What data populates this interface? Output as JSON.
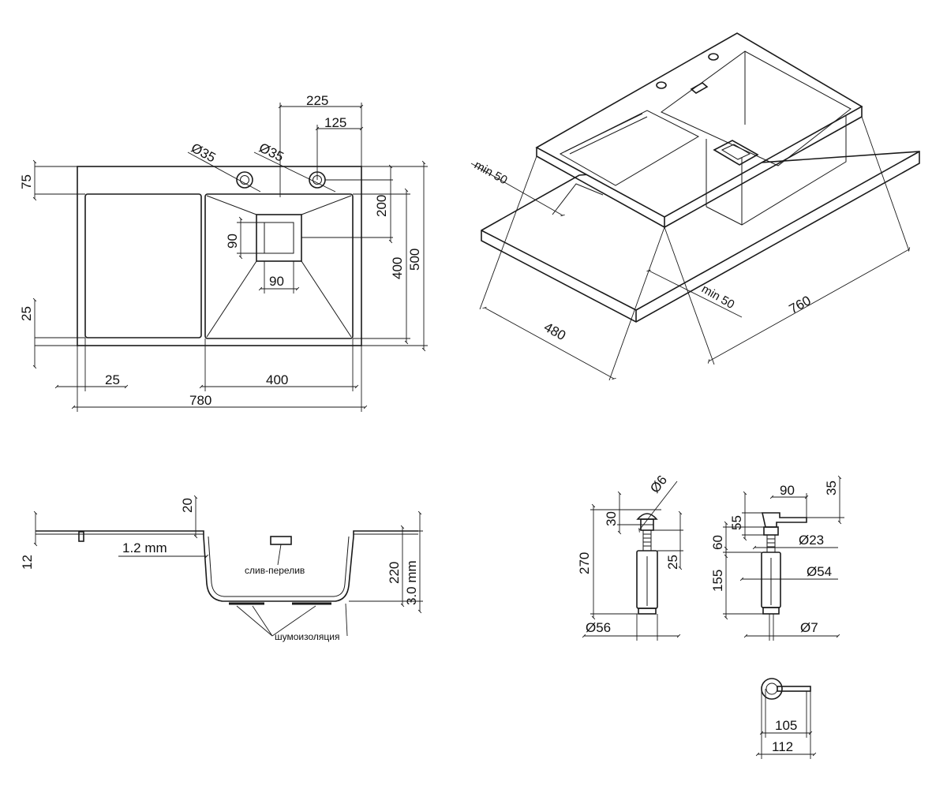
{
  "plan_view": {
    "w_780": "780",
    "w_400": "400",
    "w_25": "25",
    "w_225": "225",
    "w_125": "125",
    "dia_left": "Ø35",
    "dia_right": "Ø35",
    "drain_w": "90",
    "drain_h": "90",
    "h_75": "75",
    "h_25": "25",
    "h_200": "200",
    "h_400": "400",
    "h_500": "500"
  },
  "iso_view": {
    "min_top": "min 50",
    "min_bottom": "min 50",
    "w_480": "480",
    "w_760": "760"
  },
  "section_view": {
    "h_12": "12",
    "h_20": "20",
    "thick_1_2": "1.2 mm",
    "overflow": "слив-перелив",
    "h_220": "220",
    "thick_3_0": "3.0 mm",
    "insulation": "шумоизоляция"
  },
  "dispenser_a": {
    "dia_6": "Ø6",
    "h_30": "30",
    "h_270": "270",
    "h_25": "25",
    "dia_56": "Ø56"
  },
  "dispenser_b": {
    "w_90": "90",
    "h_35": "35",
    "h_55": "55",
    "h_60": "60",
    "dia_23": "Ø23",
    "h_155": "155",
    "dia_54": "Ø54",
    "dia_7": "Ø7"
  },
  "dispenser_top": {
    "w_105": "105",
    "w_112": "112"
  }
}
